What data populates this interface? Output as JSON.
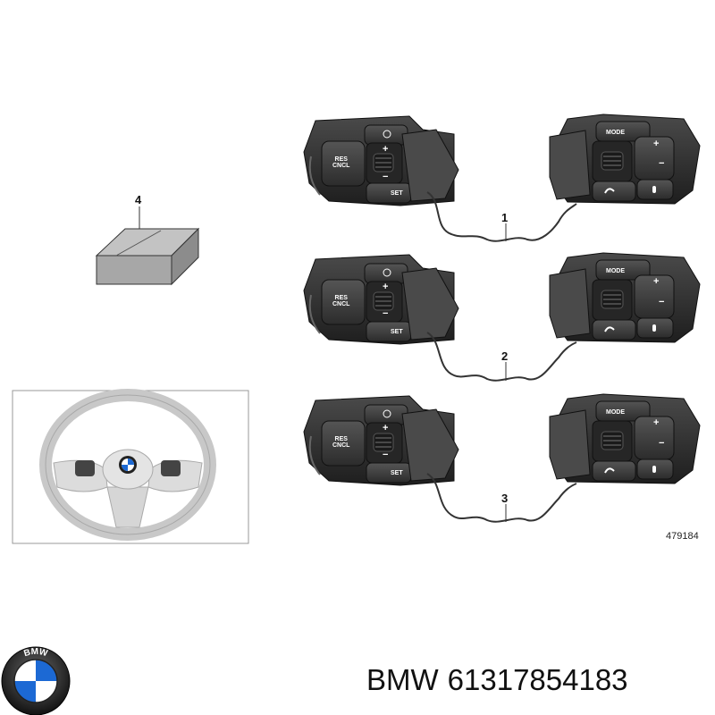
{
  "callouts": [
    "1",
    "2",
    "3",
    "4"
  ],
  "reference_number": "479184",
  "brand": "BMW",
  "part_number": "61317854183",
  "button_labels": {
    "res_cncl": "RES\nCNCL",
    "set": "SET",
    "mode": "MODE",
    "plus": "+",
    "minus": "−"
  },
  "logo_text": "BMW",
  "colors": {
    "switch_body": "#3a3a3a",
    "switch_shell": "#2a2a2a",
    "box": "#a7a7a7",
    "cable": "#333333",
    "logo_blue": "#1c69d4"
  }
}
